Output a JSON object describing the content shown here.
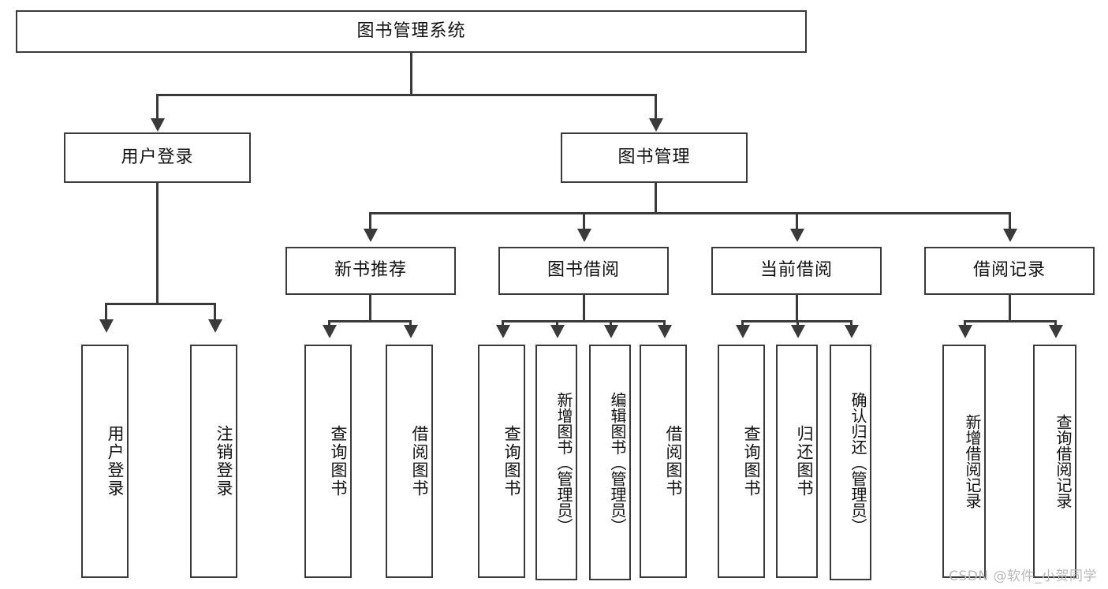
{
  "diagram": {
    "type": "tree-hierarchy",
    "title": "图书管理系统",
    "watermark": "CSDN @软件_小贺同学",
    "colors": {
      "border": "#3a3a3a",
      "background": "#ffffff",
      "text": "#111111",
      "watermark": "#b8b8b8"
    },
    "levels": {
      "root": {
        "label": "图书管理系统"
      },
      "level2": [
        {
          "id": "user-login",
          "label": "用户登录"
        },
        {
          "id": "book-manage",
          "label": "图书管理"
        }
      ],
      "level3": [
        {
          "id": "new-book-recommend",
          "label": "新书推荐",
          "parent": "book-manage"
        },
        {
          "id": "book-borrow",
          "label": "图书借阅",
          "parent": "book-manage"
        },
        {
          "id": "current-borrow",
          "label": "当前借阅",
          "parent": "book-manage"
        },
        {
          "id": "borrow-record",
          "label": "借阅记录",
          "parent": "book-manage"
        }
      ],
      "leaves": {
        "user_login": [
          {
            "id": "leaf-user-login",
            "label": "用户登录"
          },
          {
            "id": "leaf-logout-login",
            "label": "注销登录"
          }
        ],
        "new_book_recommend": [
          {
            "id": "leaf-query-book-1",
            "label": "查询图书"
          },
          {
            "id": "leaf-borrow-book-1",
            "label": "借阅图书"
          }
        ],
        "book_borrow": [
          {
            "id": "leaf-query-book-2",
            "label": "查询图书"
          },
          {
            "id": "leaf-add-book",
            "label": "新增图书（管理员）"
          },
          {
            "id": "leaf-edit-book",
            "label": "编辑图书（管理员）"
          },
          {
            "id": "leaf-borrow-book-2",
            "label": "借阅图书"
          }
        ],
        "current_borrow": [
          {
            "id": "leaf-query-book-3",
            "label": "查询图书"
          },
          {
            "id": "leaf-return-book",
            "label": "归还图书"
          },
          {
            "id": "leaf-confirm-return",
            "label": "确认归还（管理员）"
          }
        ],
        "borrow_record": [
          {
            "id": "leaf-add-record",
            "label": "新增借阅记录"
          },
          {
            "id": "leaf-query-record",
            "label": "查询借阅记录"
          }
        ]
      }
    }
  }
}
